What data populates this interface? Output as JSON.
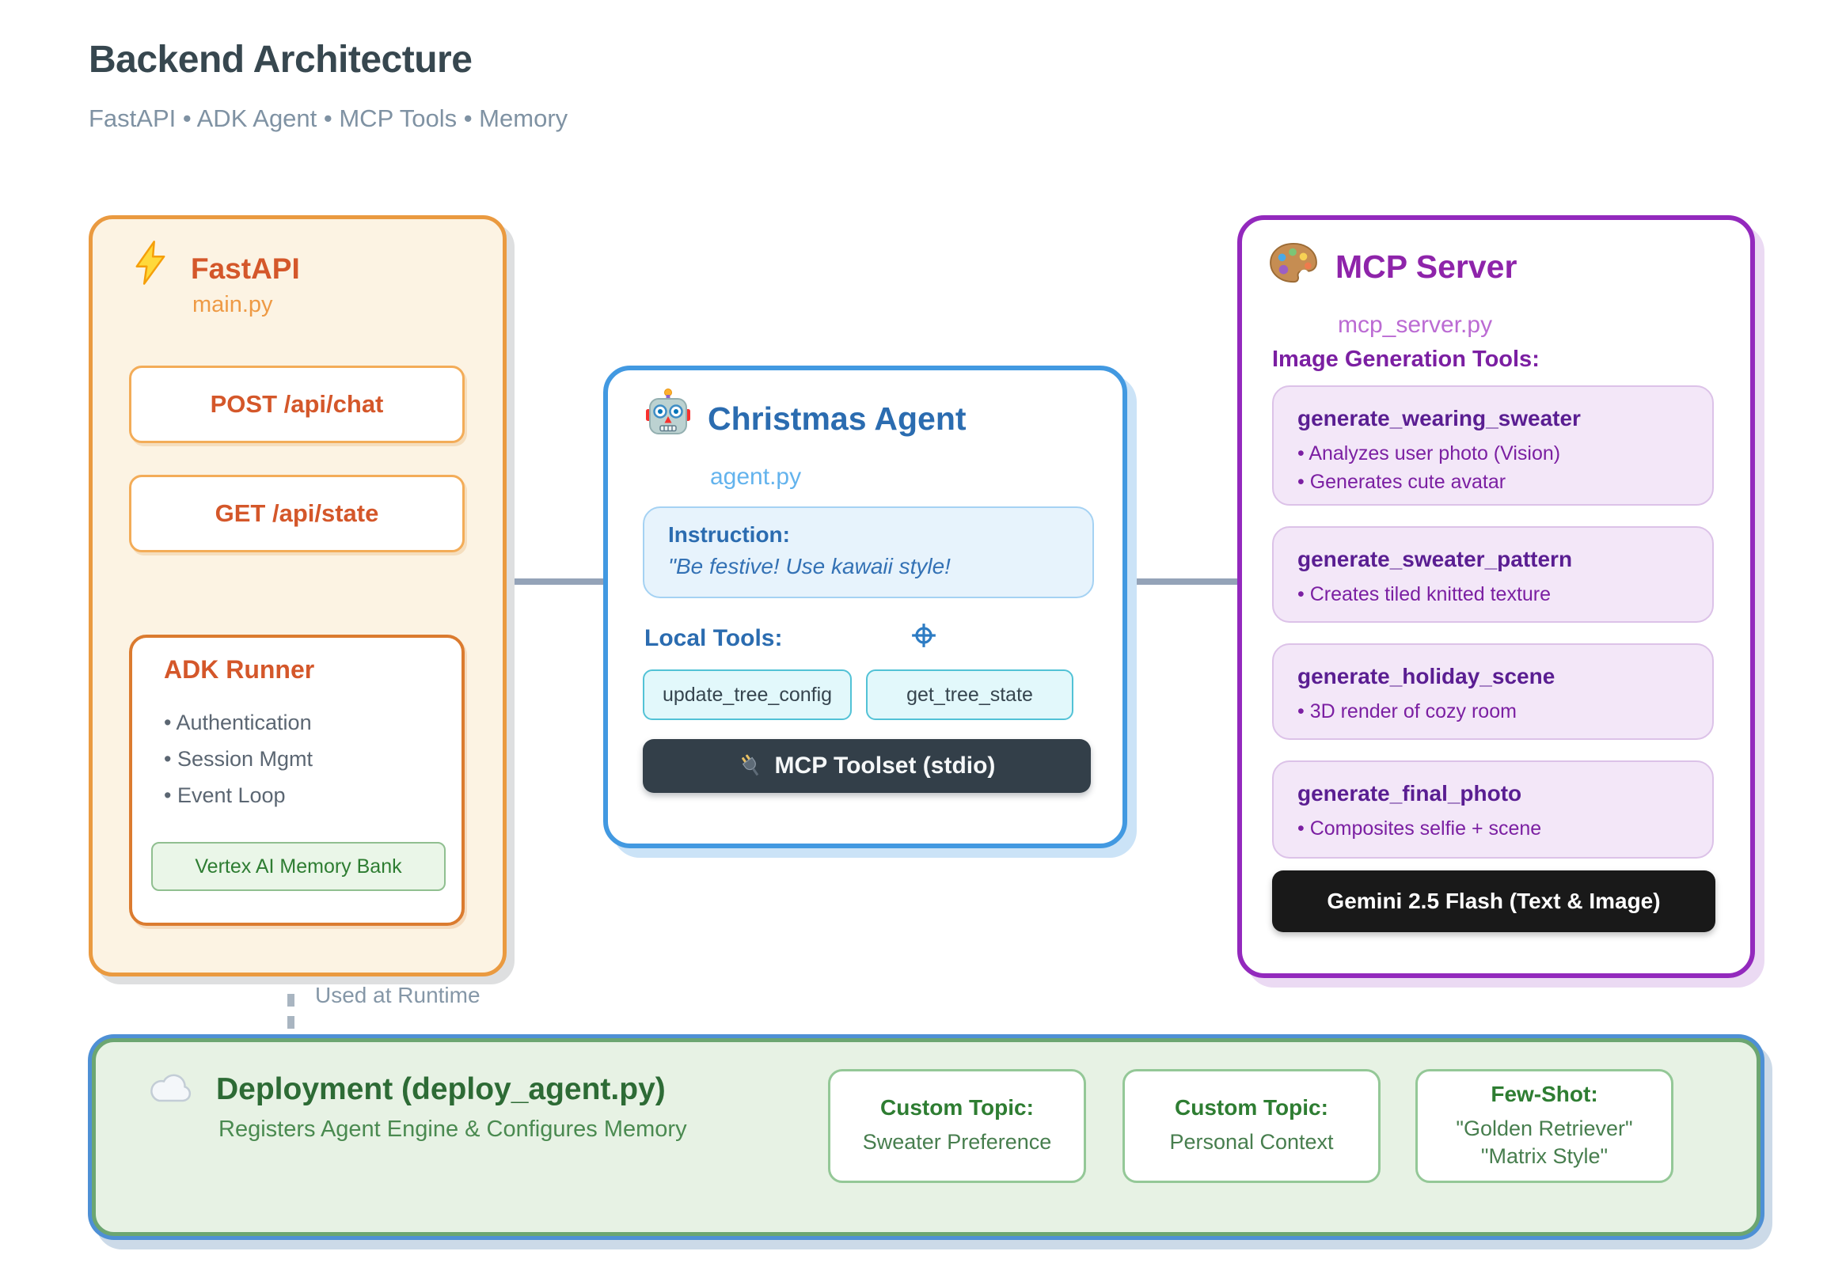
{
  "header": {
    "title": "Backend Architecture",
    "subtitle": "FastAPI • ADK Agent • MCP Tools • Memory"
  },
  "fastapi": {
    "title": "FastAPI",
    "file": "main.py",
    "endpoints": [
      "POST /api/chat",
      "GET /api/state"
    ],
    "runner": {
      "title": "ADK Runner",
      "items": [
        "Authentication",
        "Session Mgmt",
        "Event Loop"
      ],
      "memory_chip": "Vertex AI Memory Bank"
    }
  },
  "agent": {
    "title": "Christmas Agent",
    "file": "agent.py",
    "instruction_label": "Instruction:",
    "instruction_text": "\"Be festive! Use kawaii style!",
    "local_tools_label": "Local Tools:",
    "tools": [
      "update_tree_config",
      "get_tree_state"
    ],
    "toolset_bar": "MCP Toolset (stdio)"
  },
  "mcp": {
    "title": "MCP Server",
    "file": "mcp_server.py",
    "section_label": "Image Generation Tools:",
    "tools": [
      {
        "name": "generate_wearing_sweater",
        "bullets": [
          "Analyzes user photo (Vision)",
          "Generates cute avatar"
        ]
      },
      {
        "name": "generate_sweater_pattern",
        "bullets": [
          "Creates tiled knitted texture"
        ]
      },
      {
        "name": "generate_holiday_scene",
        "bullets": [
          "3D render of cozy room"
        ]
      },
      {
        "name": "generate_final_photo",
        "bullets": [
          "Composites selfie + scene"
        ]
      }
    ],
    "model_bar": "Gemini 2.5 Flash (Text & Image)"
  },
  "connectors": {
    "runtime_label": "Used at Runtime"
  },
  "deployment": {
    "title": "Deployment (deploy_agent.py)",
    "subtitle": "Registers Agent Engine & Configures Memory",
    "chips": [
      {
        "label": "Custom Topic:",
        "lines": [
          "Sweater Preference"
        ]
      },
      {
        "label": "Custom Topic:",
        "lines": [
          "Personal Context"
        ]
      },
      {
        "label": "Few-Shot:",
        "lines": [
          "\"Golden Retriever\"",
          "\"Matrix Style\""
        ]
      }
    ]
  },
  "colors": {
    "title_text": "#37474F",
    "subtitle_text": "#7F92A3",
    "orange_border": "#EA9A40",
    "orange_bg": "#FCF3E3",
    "orange_text": "#D4572A",
    "orange_file_text": "#EE9A45",
    "blue_border": "#4299E1",
    "blue_text": "#2B6CB0",
    "blue_file_text": "#63B3ED",
    "cyan_chip_border": "#52C2D6",
    "purple_border": "#9329BD",
    "purple_text": "#8E24AA",
    "purple_file_text": "#BB6BD3",
    "purple_card_bg": "#F3E7F8",
    "green_border": "#6CA671",
    "green_bg": "#E7F2E4",
    "green_text": "#2D6B35",
    "dark_bar": "#333F49",
    "black_bar": "#191919",
    "connector_gray": "#94A3B8"
  }
}
